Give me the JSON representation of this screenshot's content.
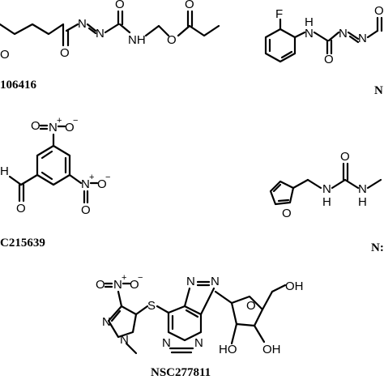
{
  "labels": {
    "top_left": "106416",
    "top_right": "N",
    "middle_left": "C215639",
    "middle_right": "N:",
    "bottom": "NSC277811"
  },
  "atoms": {
    "O": "O",
    "N": "N",
    "NH": "NH",
    "H": "H",
    "F": "F",
    "S": "S",
    "OH": "OH",
    "HO": "HO",
    "plus": "+",
    "minus": "−"
  }
}
